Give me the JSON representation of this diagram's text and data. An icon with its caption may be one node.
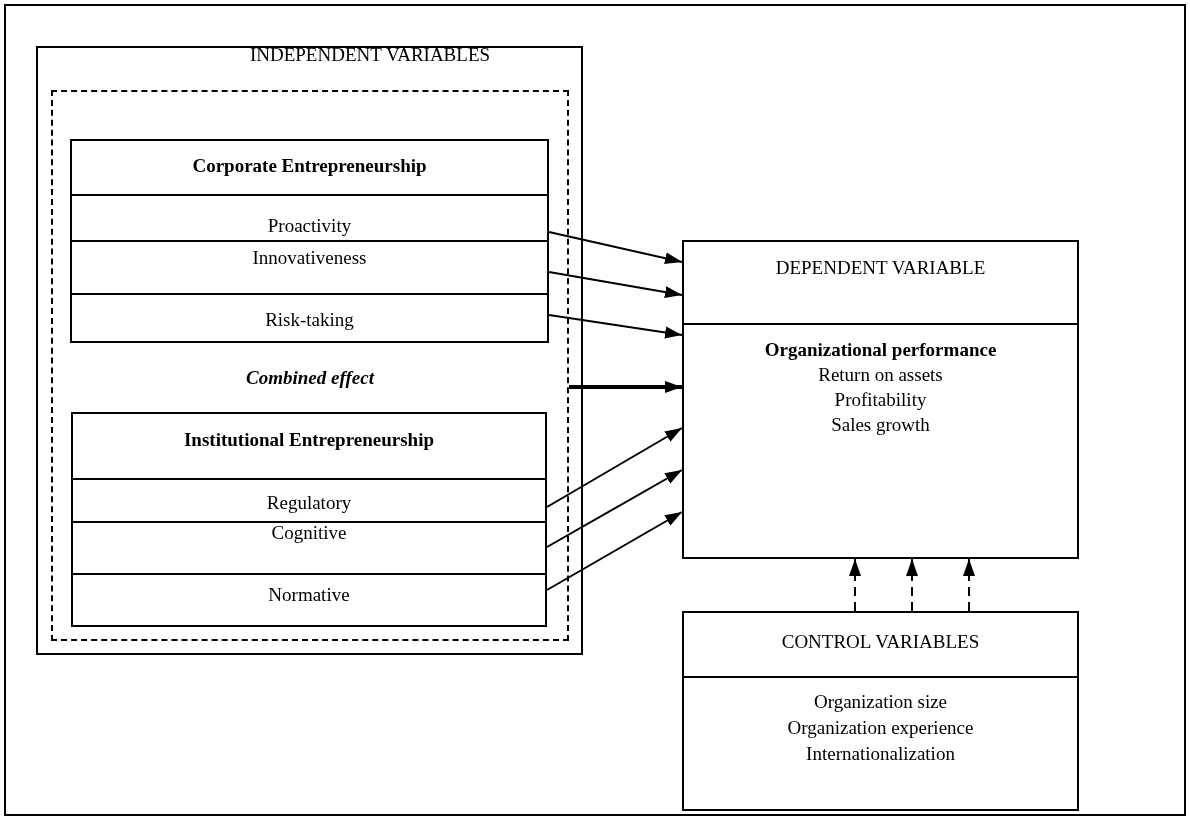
{
  "diagram": {
    "nodes": [
      {
        "text": [
          "INDEPENDENT VARIABLES"
        ]
      },
      {
        "text": [
          "Combined effect"
        ],
        "in": 0
      },
      {
        "text": [
          "Corporate Entrepreneurship"
        ],
        "in": 1
      },
      {
        "text": [
          "Proactivity"
        ],
        "in": 2
      },
      {
        "text": [
          "Innovativeness"
        ],
        "in": 2
      },
      {
        "text": [
          "Risk-taking"
        ],
        "in": 2
      },
      {
        "text": [
          "Institutional Entrepreneurship"
        ],
        "in": 1
      },
      {
        "text": [
          "Regulatory"
        ],
        "in": 6
      },
      {
        "text": [
          "Cognitive"
        ],
        "in": 6
      },
      {
        "text": [
          "Normative"
        ],
        "in": 6
      },
      {
        "text": [
          "DEPENDENT VARIABLE"
        ]
      },
      {
        "text": [
          "Organizational performance",
          "Return on assets",
          "Profitability",
          "Sales growth"
        ],
        "in": 10
      },
      {
        "text": [
          "CONTROL VARIABLES"
        ]
      },
      {
        "text": [
          "Organization size",
          "Organization experience",
          "Internationalization"
        ],
        "in": 12
      }
    ],
    "edges": [
      {
        "from": 3,
        "to": 10,
        "arrow": "to"
      },
      {
        "from": 4,
        "to": 10,
        "arrow": "to"
      },
      {
        "from": 5,
        "to": 10,
        "arrow": "to"
      },
      {
        "from": 1,
        "to": 10,
        "arrow": "to",
        "style": "thick"
      },
      {
        "from": 7,
        "to": 10,
        "arrow": "to"
      },
      {
        "from": 8,
        "to": 10,
        "arrow": "to"
      },
      {
        "from": 9,
        "to": 10,
        "arrow": "to"
      },
      {
        "from": 12,
        "to": 10,
        "arrow": "to",
        "style": "dashed"
      },
      {
        "from": 12,
        "to": 10,
        "arrow": "to",
        "style": "dashed"
      },
      {
        "from": 12,
        "to": 10,
        "arrow": "to",
        "style": "dashed"
      }
    ]
  }
}
